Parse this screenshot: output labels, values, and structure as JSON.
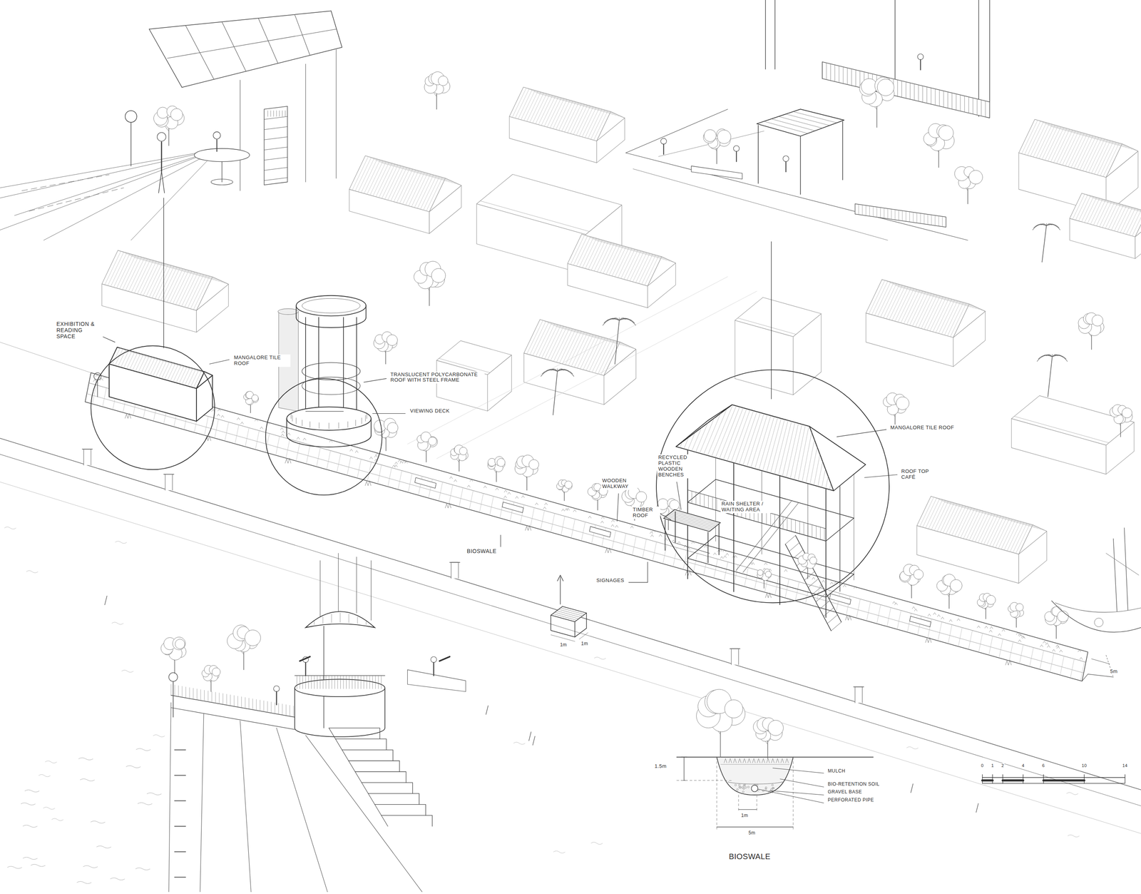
{
  "diagram": {
    "labels": [
      "EXHIBITION & READING SPACE",
      "MANGALORE TILE ROOF",
      "TRANSLUCENT POLYCARBONATE ROOF WITH STEEL FRAME",
      "VIEWING DECK",
      "MANGALORE TILE ROOF",
      "ROOF TOP CAFÉ",
      "RECYCLED PLASTIC WOODEN BENCHES",
      "WOODEN WALKWAY",
      "RAIN SHELTER / WAITING AREA",
      "TIMBER ROOF",
      "BIOSWALE",
      "SIGNAGES",
      "1m",
      "1m",
      "5m",
      "1.5m",
      "MULCH",
      "BIO-RETENTION SOIL",
      "GRAVEL BASE",
      "PERFORATED PIPE",
      "1m",
      "5m",
      "BIOSWALE",
      "0",
      "1",
      "2",
      "4",
      "6",
      "10",
      "14"
    ]
  }
}
